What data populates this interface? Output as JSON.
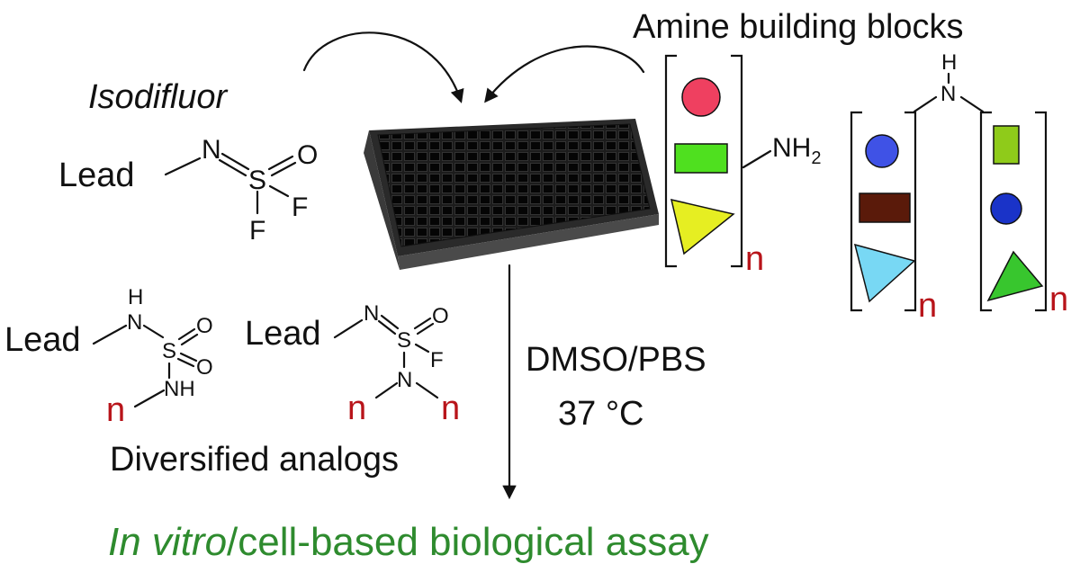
{
  "colors": {
    "red_n": "#b8141a",
    "assay_green": "#2e8b2e",
    "shape_red_circle": "#ef4060",
    "shape_green_rect": "#4fe01f",
    "shape_yellow_triangle": "#e6ee22",
    "shape_blue_circle_left": "#3f52e6",
    "shape_brown_rect": "#5a1a0a",
    "shape_cyan_triangle": "#78d8f4",
    "shape_olive_rect": "#8fcb1a",
    "shape_darkblue_circle": "#1a33c8",
    "shape_green_triangle": "#38c62e"
  },
  "labels": {
    "isodifluor": "Isodifluor",
    "amine_building_blocks": "Amine building blocks",
    "lead": "Lead",
    "atom_N": "N",
    "atom_S": "S",
    "atom_O": "O",
    "atom_F": "F",
    "atom_H": "H",
    "atom_NH": "NH",
    "nh2_prefix": "NH",
    "nh2_sub": "2",
    "n_letter": "n",
    "conditions_line1": "DMSO/PBS",
    "conditions_line2": "37 °C",
    "diversified_analogs": "Diversified analogs",
    "assay_italic": "In vitro",
    "assay_rest": "/cell-based biological assay"
  },
  "icons": {
    "plate": "well-plate-icon",
    "curved_arrow": "curved-arrow-icon",
    "down_arrow": "down-arrow-icon"
  }
}
